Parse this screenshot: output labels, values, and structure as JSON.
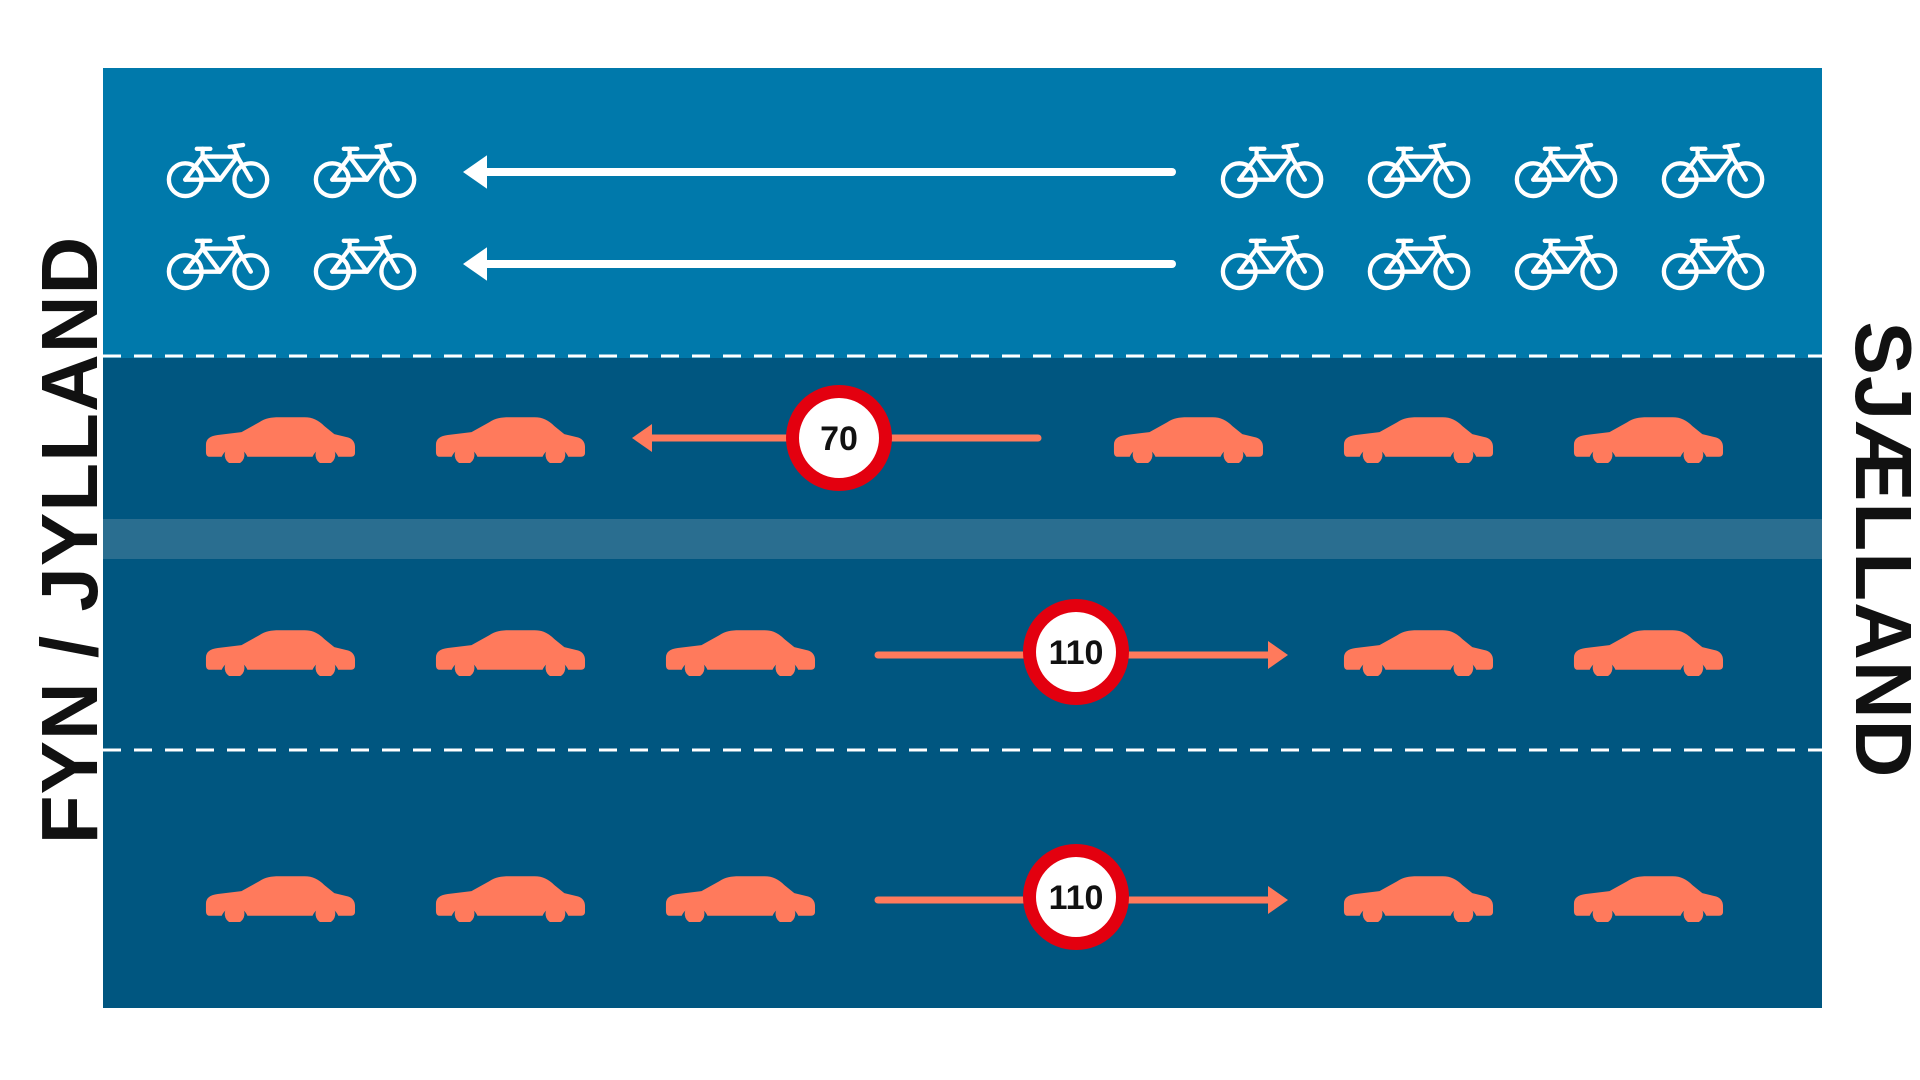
{
  "labels": {
    "west": "FYN / JYLLAND",
    "east": "SJÆLLAND"
  },
  "colors": {
    "bike_lane": "#0079AB",
    "road": "#005680",
    "median": "#2A6E90",
    "car": "#FF7A5C",
    "arrow_road": "#FF7A5C",
    "bike_icon": "#FFFFFF",
    "lane_marking": "#FFFFFF",
    "sign_ring": "#E3000F",
    "sign_face": "#FFFFFF"
  },
  "lanes": [
    {
      "id": "bike-lane-1",
      "kind": "bike",
      "direction": "west"
    },
    {
      "id": "bike-lane-2",
      "kind": "bike",
      "direction": "west"
    },
    {
      "id": "car-lane-westbound",
      "kind": "car",
      "direction": "west",
      "speed_limit": "70"
    },
    {
      "id": "car-lane-eastbound-1",
      "kind": "car",
      "direction": "east",
      "speed_limit": "110"
    },
    {
      "id": "car-lane-eastbound-2",
      "kind": "car",
      "direction": "east",
      "speed_limit": "110"
    }
  ],
  "icons": {
    "bike": "bicycle-icon",
    "car": "car-icon",
    "arrow": "arrow-icon",
    "speed_sign": "speed-limit-sign-icon"
  }
}
